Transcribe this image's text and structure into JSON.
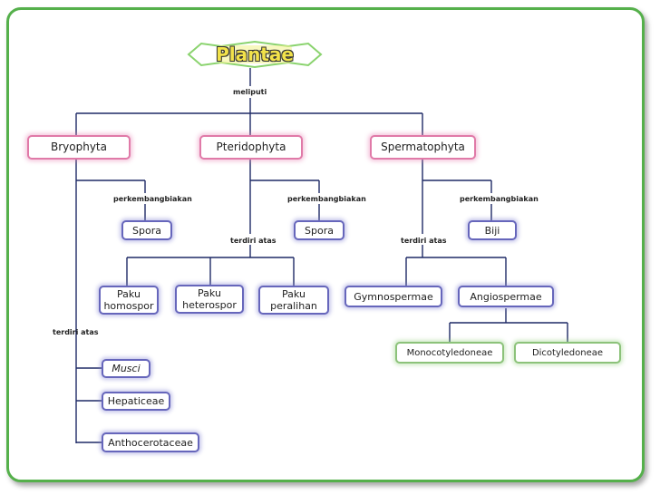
{
  "title": "Plantae",
  "labels": {
    "meliputi": "meliputi",
    "perkembangbiakan": "perkembangbiakan",
    "terdiri_atas": "terdiri atas"
  },
  "divisions": [
    "Bryophyta",
    "Pteridophyta",
    "Spermatophyta"
  ],
  "bryophyta": {
    "reproduction": "Spora",
    "classes": [
      "Musci",
      "Hepaticeae",
      "Anthocerotaceae"
    ]
  },
  "pteridophyta": {
    "reproduction": "Spora",
    "types": [
      "Paku\nhomospor",
      "Paku\nheterospor",
      "Paku\nperalihan"
    ]
  },
  "spermatophyta": {
    "reproduction": "Biji",
    "groups": [
      "Gymnospermae",
      "Angiospermae"
    ],
    "angiosperm_classes": [
      "Monocotyledoneae",
      "Dicotyledoneae"
    ]
  },
  "colors": {
    "frame": "#55b04b",
    "line": "#1f2a66",
    "title_fill": "#f2e24a",
    "title_glow": "#e6ee3a"
  }
}
